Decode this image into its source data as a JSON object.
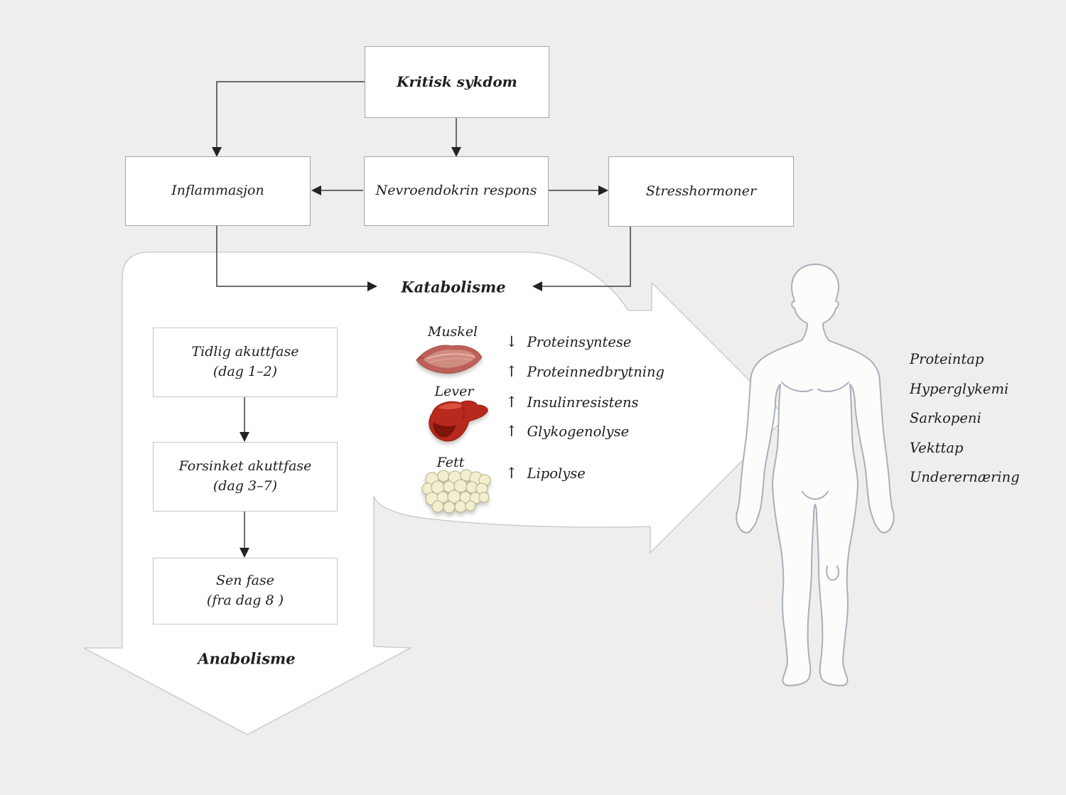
{
  "nodes": {
    "critical_illness": "Kritisk sykdom",
    "inflammation": "Inflammasjon",
    "neuroendocrine": "Nevroendokrin respons",
    "stress_hormones": "Stresshormoner"
  },
  "catabolism": {
    "label": "Katabolisme",
    "anabolism_label": "Anabolisme",
    "phases": [
      {
        "name": "Tidlig akuttfase",
        "days": "(dag 1–2)"
      },
      {
        "name": "Forsinket akuttfase",
        "days": "(dag 3–7)"
      },
      {
        "name": "Sen fase",
        "days": "(fra dag 8 )"
      }
    ],
    "organs": [
      {
        "label": "Muskel"
      },
      {
        "label": "Lever"
      },
      {
        "label": "Fett"
      }
    ],
    "effects": [
      {
        "arrow": "↓",
        "trend": "decrease",
        "label": "Proteinsyntese"
      },
      {
        "arrow": "↑",
        "trend": "increase",
        "label": "Proteinnedbrytning"
      },
      {
        "arrow": "↑",
        "trend": "increase",
        "label": "Insulinresistens"
      },
      {
        "arrow": "↑",
        "trend": "increase",
        "label": "Glykogenolyse"
      },
      {
        "arrow": "↑",
        "trend": "increase",
        "label": "Lipolyse"
      }
    ]
  },
  "patient_outcomes": [
    "Proteintap",
    "Hyperglykemi",
    "Sarkopeni",
    "Vekttap",
    "Underernæring"
  ],
  "colors": {
    "background": "#efeeec",
    "panel_fill": "#ffffff",
    "panel_border": "#c8c7c3",
    "node_border": "#a6a5a2",
    "phase_border": "#c7c6c2",
    "connector": "#3d3d3b",
    "arrowhead": "#232321",
    "text": "#21201e",
    "body_outline": "#a7b0bc",
    "muscle_red": "#bd6059",
    "liver_red": "#b7291c",
    "fat_cream": "#f2eecf"
  }
}
